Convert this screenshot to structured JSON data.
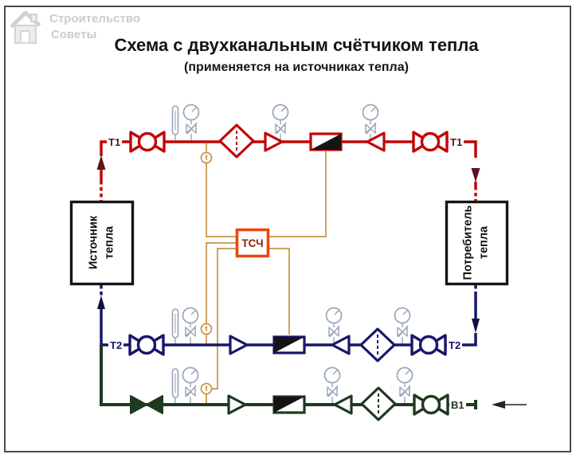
{
  "watermark": {
    "logo": "house-icon",
    "line1": "Строительство",
    "line2": "Советы"
  },
  "header": {
    "title": "Схема с двухканальным счётчиком тепла",
    "subtitle": "(применяется на источниках тепла)"
  },
  "nodes": {
    "heat_source": {
      "line1": "Источник",
      "line2": "тепла"
    },
    "heat_consumer": {
      "line1": "Потребитель",
      "line2": "тепла"
    },
    "heat_meter": {
      "label": "ТСЧ"
    }
  },
  "pipe_labels": {
    "supply_left": "Т1",
    "supply_right": "Т1",
    "return_left": "Т2",
    "return_right": "Т2",
    "makeup": "В1"
  },
  "sensors": {
    "temp_tag": "t"
  },
  "colors": {
    "supply": "#c20606",
    "supply_dark": "#5e1420",
    "return": "#17176b",
    "return_dark": "#101040",
    "makeup": "#1e3a20",
    "wire": "#c89345",
    "wire_text": "#b07a1e",
    "meter_border": "#e8490e",
    "meter_text": "#8c2008",
    "instrument": "#9aa6b6",
    "frame": "#4a4a4a",
    "ink": "#151515",
    "watermark": "#cbcbcb"
  }
}
